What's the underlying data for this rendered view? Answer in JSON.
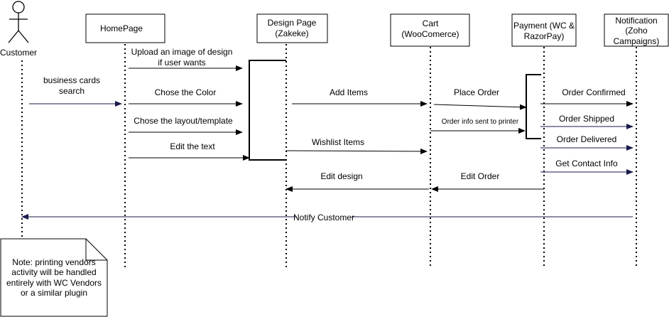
{
  "actors": {
    "customer": "Customer",
    "homepage": "HomePage",
    "design_l1": "Design Page",
    "design_l2": "(Zakeke)",
    "cart_l1": "Cart",
    "cart_l2": "(WooComerce)",
    "payment_l1": "Payment (WC &",
    "payment_l2": "RazorPay)",
    "notif_l1": "Notification",
    "notif_l2": "(Zoho",
    "notif_l3": "Campaigns)"
  },
  "messages": {
    "upload_l1": "Upload an image of design",
    "upload_l2": "if user wants",
    "search_l1": "business cards",
    "search_l2": "search",
    "color": "Chose the Color",
    "layout": "Chose the layout/template",
    "edit_text": "Edit the text",
    "add_items": "Add Items",
    "wishlist": "Wishlist Items",
    "edit_design": "Edit design",
    "place_order": "Place Order",
    "order_info": "Order info sent to printer",
    "edit_order": "Edit Order",
    "order_confirmed": "Order Confirmed",
    "order_shipped": "Order Shipped",
    "order_delivered": "Order Delivered",
    "contact_info": "Get Contact Info",
    "notify": "Notify Customer"
  },
  "note": {
    "l1": "Note: printing vendors",
    "l2": "activity will be handled",
    "l3": "entirely with WC Vendors",
    "l4": "or a similar plugin"
  }
}
